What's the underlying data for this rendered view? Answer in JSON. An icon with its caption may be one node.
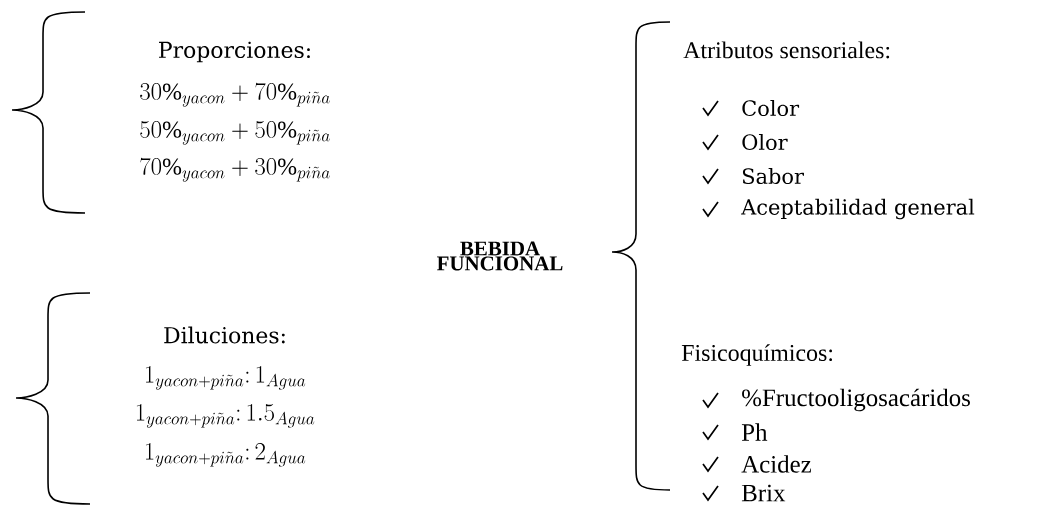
{
  "diagram": {
    "labels": [
      "Proporciones:",
      "30\\%_{yacon}+70\\%_{pi\\tilde{n}a}",
      "50\\%_{yacon}+50\\%_{pi\\tilde{n}a}",
      "70\\%_{yacon}+30\\%_{pi\\tilde{n}a}",
      "Atributos sensoriales:",
      "Color",
      "Olor",
      "Sabor",
      "Aceptabilidad general",
      "BEBIDA FUNCIONAL",
      "Diluciones:",
      "1_{yacon+pi\\tilde{n}a}\\colon 1_{Agua}",
      "1_{yacon+pi\\tilde{n}a}\\colon 1.5_{Agua}",
      "1_{yacon+pi\\tilde{n}a}\\colon 2_{Agua}",
      "Fisicoquímicos:",
      "%Fructooligosacáridos",
      "Ph",
      "Acidez",
      "Brix"
    ]
  }
}
